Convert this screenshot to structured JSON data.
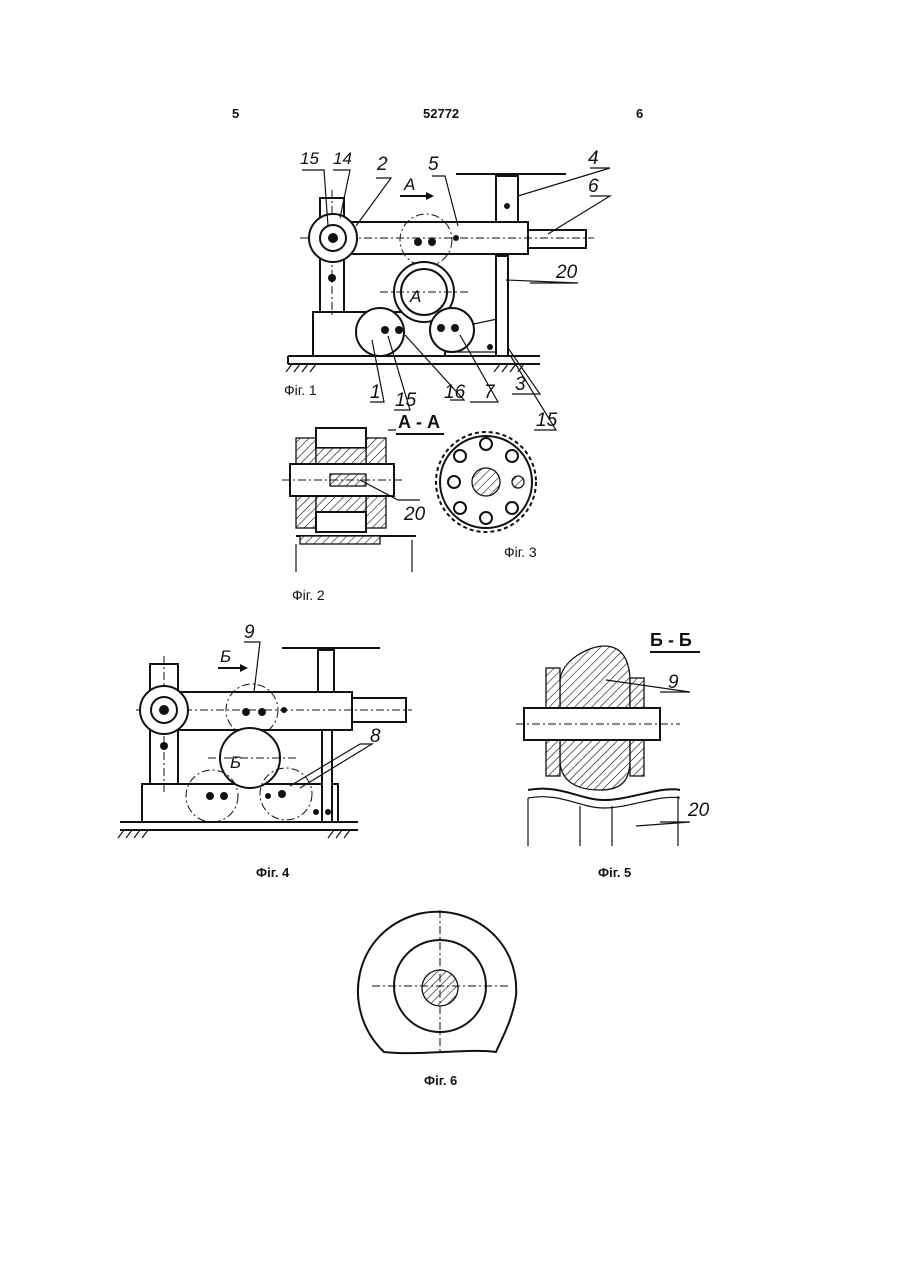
{
  "header": {
    "left_page": "5",
    "patent_number": "52772",
    "right_page": "6"
  },
  "captions": {
    "fig1": "Фіг. 1",
    "fig2": "Фіг. 2",
    "fig3": "Фіг. 3",
    "fig4": "Фіг. 4",
    "fig5": "Фіг. 5",
    "fig6": "Фіг. 6"
  },
  "fig1_labels": {
    "l15a": "15",
    "l14": "14",
    "l2": "2",
    "lA": "А",
    "l5": "5",
    "l4": "4",
    "l6": "6",
    "l20": "20",
    "lAinner": "А",
    "l1": "1",
    "l15b": "15",
    "l16": "16",
    "l7": "7",
    "l3": "3",
    "l15c": "15"
  },
  "fig2_labels": {
    "section": "А - А",
    "l20": "20"
  },
  "fig4_labels": {
    "l9": "9",
    "lB": "Б",
    "lBinner": "Б",
    "l8": "8"
  },
  "fig5_labels": {
    "section": "Б - Б",
    "l9": "9",
    "l20": "20"
  }
}
